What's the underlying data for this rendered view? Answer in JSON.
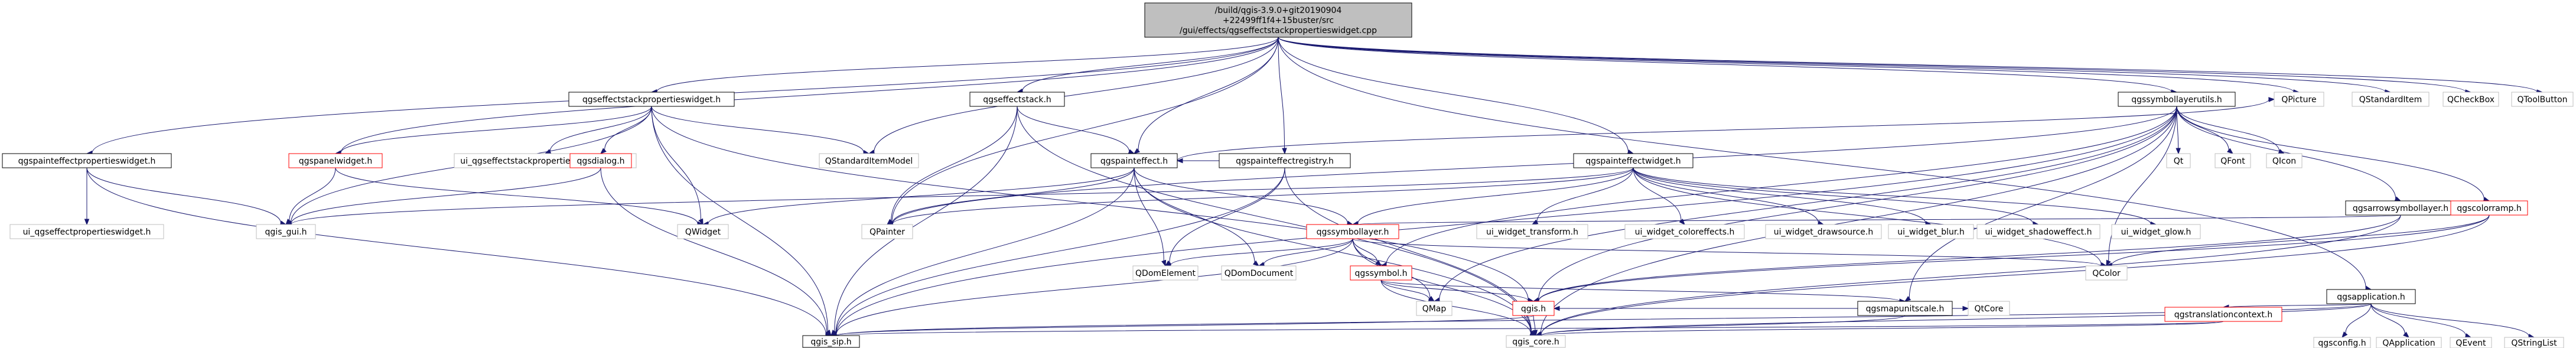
{
  "nodes": [
    {
      "id": "root",
      "lines": [
        "/build/qgis-3.9.0+git20190904",
        "+22499ff1f4+15buster/src",
        "/gui/effects/qgseffectstackpropertieswidget.cpp"
      ],
      "style": "root"
    },
    {
      "id": "qgseffectstackpropertieswidget_h",
      "lines": [
        "qgseffectstackpropertieswidget.h"
      ],
      "style": "proj"
    },
    {
      "id": "qgseffectstack_h",
      "lines": [
        "qgseffectstack.h"
      ],
      "style": "proj"
    },
    {
      "id": "qgspainteffectregistry_h",
      "lines": [
        "qgspainteffectregistry.h"
      ],
      "style": "proj"
    },
    {
      "id": "qgspainteffectwidget_h",
      "lines": [
        "qgspainteffectwidget.h"
      ],
      "style": "proj"
    },
    {
      "id": "qgssymbollayerutils_h",
      "lines": [
        "qgssymbollayerutils.h"
      ],
      "style": "proj"
    },
    {
      "id": "qgspainteffectpropertieswidget_h",
      "lines": [
        "qgspainteffectpropertieswidget.h"
      ],
      "style": "proj"
    },
    {
      "id": "qgspanelwidget_h",
      "lines": [
        "qgspanelwidget.h"
      ],
      "style": "red"
    },
    {
      "id": "ui_qgseffectstackpropertieswidgetbase_h",
      "lines": [
        "ui_qgseffectstackpropertieswidgetbase.h"
      ],
      "style": "plain"
    },
    {
      "id": "qgsdialog_h",
      "lines": [
        "qgsdialog.h"
      ],
      "style": "red"
    },
    {
      "id": "QStandardItemModel",
      "lines": [
        "QStandardItemModel"
      ],
      "style": "plain"
    },
    {
      "id": "qgspainteffect_h",
      "lines": [
        "qgspainteffect.h"
      ],
      "style": "proj"
    },
    {
      "id": "QPicture",
      "lines": [
        "QPicture"
      ],
      "style": "plain"
    },
    {
      "id": "QStandardItem",
      "lines": [
        "QStandardItem"
      ],
      "style": "plain"
    },
    {
      "id": "QCheckBox",
      "lines": [
        "QCheckBox"
      ],
      "style": "plain"
    },
    {
      "id": "QToolButton",
      "lines": [
        "QToolButton"
      ],
      "style": "plain"
    },
    {
      "id": "ui_qgseffectpropertieswidget_h",
      "lines": [
        "ui_qgseffectpropertieswidget.h"
      ],
      "style": "plain"
    },
    {
      "id": "qgis_gui_h",
      "lines": [
        "qgis_gui.h"
      ],
      "style": "plain"
    },
    {
      "id": "QWidget",
      "lines": [
        "QWidget"
      ],
      "style": "plain"
    },
    {
      "id": "QPainter",
      "lines": [
        "QPainter"
      ],
      "style": "plain"
    },
    {
      "id": "qgssymbollayer_h",
      "lines": [
        "qgssymbollayer.h"
      ],
      "style": "red"
    },
    {
      "id": "ui_widget_transform_h",
      "lines": [
        "ui_widget_transform.h"
      ],
      "style": "plain"
    },
    {
      "id": "ui_widget_coloreffects_h",
      "lines": [
        "ui_widget_coloreffects.h"
      ],
      "style": "plain"
    },
    {
      "id": "ui_widget_drawsource_h",
      "lines": [
        "ui_widget_drawsource.h"
      ],
      "style": "plain"
    },
    {
      "id": "ui_widget_blur_h",
      "lines": [
        "ui_widget_blur.h"
      ],
      "style": "plain"
    },
    {
      "id": "ui_widget_shadoweffect_h",
      "lines": [
        "ui_widget_shadoweffect.h"
      ],
      "style": "plain"
    },
    {
      "id": "ui_widget_glow_h",
      "lines": [
        "ui_widget_glow.h"
      ],
      "style": "plain"
    },
    {
      "id": "Qt",
      "lines": [
        "Qt"
      ],
      "style": "plain"
    },
    {
      "id": "QFont",
      "lines": [
        "QFont"
      ],
      "style": "plain"
    },
    {
      "id": "QIcon",
      "lines": [
        "QIcon"
      ],
      "style": "plain"
    },
    {
      "id": "qgsarrowsymbollayer_h",
      "lines": [
        "qgsarrowsymbollayer.h"
      ],
      "style": "proj"
    },
    {
      "id": "qgscolorramp_h",
      "lines": [
        "qgscolorramp.h"
      ],
      "style": "red"
    },
    {
      "id": "qgsapplication_h",
      "lines": [
        "qgsapplication.h"
      ],
      "style": "proj"
    },
    {
      "id": "QDomElement",
      "lines": [
        "QDomElement"
      ],
      "style": "plain"
    },
    {
      "id": "QDomDocument",
      "lines": [
        "QDomDocument"
      ],
      "style": "plain"
    },
    {
      "id": "qgssymbol_h",
      "lines": [
        "qgssymbol.h"
      ],
      "style": "red"
    },
    {
      "id": "QColor",
      "lines": [
        "QColor"
      ],
      "style": "plain"
    },
    {
      "id": "QMap",
      "lines": [
        "QMap"
      ],
      "style": "plain"
    },
    {
      "id": "qgsmapunitscale_h",
      "lines": [
        "qgsmapunitscale.h"
      ],
      "style": "proj"
    },
    {
      "id": "qgis_h",
      "lines": [
        "qgis.h"
      ],
      "style": "red"
    },
    {
      "id": "QtCore",
      "lines": [
        "QtCore"
      ],
      "style": "plain"
    },
    {
      "id": "qgstranslationcontext_h",
      "lines": [
        "qgstranslationcontext.h"
      ],
      "style": "red"
    },
    {
      "id": "qgsconfig_h",
      "lines": [
        "qgsconfig.h"
      ],
      "style": "plain"
    },
    {
      "id": "QApplication",
      "lines": [
        "QApplication"
      ],
      "style": "plain"
    },
    {
      "id": "QEvent",
      "lines": [
        "QEvent"
      ],
      "style": "plain"
    },
    {
      "id": "QStringList",
      "lines": [
        "QStringList"
      ],
      "style": "plain"
    },
    {
      "id": "qgis_sip_h",
      "lines": [
        "qgis_sip.h"
      ],
      "style": "proj"
    },
    {
      "id": "qgis_core_h",
      "lines": [
        "qgis_core.h"
      ],
      "style": "plain"
    }
  ],
  "edges": [
    [
      "root",
      "qgseffectstackpropertieswidget_h"
    ],
    [
      "root",
      "qgseffectstack_h"
    ],
    [
      "root",
      "qgspainteffectregistry_h"
    ],
    [
      "root",
      "qgspainteffectwidget_h"
    ],
    [
      "root",
      "qgssymbollayerutils_h"
    ],
    [
      "root",
      "qgspainteffect_h"
    ],
    [
      "root",
      "QStandardItemModel"
    ],
    [
      "root",
      "QPicture"
    ],
    [
      "root",
      "QStandardItem"
    ],
    [
      "root",
      "QCheckBox"
    ],
    [
      "root",
      "QToolButton"
    ],
    [
      "root",
      "qgspainteffectpropertieswidget_h"
    ],
    [
      "root",
      "qgsapplication_h"
    ],
    [
      "root",
      "qgspanelwidget_h"
    ],
    [
      "root",
      "QPainter"
    ],
    [
      "qgseffectstackpropertieswidget_h",
      "qgspanelwidget_h"
    ],
    [
      "qgseffectstackpropertieswidget_h",
      "ui_qgseffectstackpropertieswidgetbase_h"
    ],
    [
      "qgseffectstackpropertieswidget_h",
      "qgsdialog_h"
    ],
    [
      "qgseffectstackpropertieswidget_h",
      "QStandardItemModel"
    ],
    [
      "qgseffectstackpropertieswidget_h",
      "qgis_gui_h"
    ],
    [
      "qgseffectstackpropertieswidget_h",
      "QWidget"
    ],
    [
      "qgseffectstackpropertieswidget_h",
      "qgis_sip_h"
    ],
    [
      "qgseffectstackpropertieswidget_h",
      "qgis_h"
    ],
    [
      "qgseffectstack_h",
      "qgspainteffect_h"
    ],
    [
      "qgseffectstack_h",
      "QPainter"
    ],
    [
      "qgseffectstack_h",
      "qgis_core_h"
    ],
    [
      "qgseffectstack_h",
      "qgis_sip_h"
    ],
    [
      "qgspainteffectregistry_h",
      "qgspainteffect_h"
    ],
    [
      "qgspainteffectregistry_h",
      "QDomElement"
    ],
    [
      "qgspainteffectregistry_h",
      "qgis_core_h"
    ],
    [
      "qgspainteffectregistry_h",
      "qgis_sip_h"
    ],
    [
      "qgspainteffectwidget_h",
      "ui_widget_transform_h"
    ],
    [
      "qgspainteffectwidget_h",
      "ui_widget_coloreffects_h"
    ],
    [
      "qgspainteffectwidget_h",
      "ui_widget_drawsource_h"
    ],
    [
      "qgspainteffectwidget_h",
      "ui_widget_blur_h"
    ],
    [
      "qgspainteffectwidget_h",
      "ui_widget_shadoweffect_h"
    ],
    [
      "qgspainteffectwidget_h",
      "ui_widget_glow_h"
    ],
    [
      "qgspainteffectwidget_h",
      "qgssymbollayer_h"
    ],
    [
      "qgspainteffectwidget_h",
      "qgis_gui_h"
    ],
    [
      "qgspainteffectwidget_h",
      "QPainter"
    ],
    [
      "qgspainteffectwidget_h",
      "QColor"
    ],
    [
      "qgssymbollayerutils_h",
      "Qt"
    ],
    [
      "qgssymbollayerutils_h",
      "QFont"
    ],
    [
      "qgssymbollayerutils_h",
      "QIcon"
    ],
    [
      "qgssymbollayerutils_h",
      "qgsarrowsymbollayer_h"
    ],
    [
      "qgssymbollayerutils_h",
      "qgscolorramp_h"
    ],
    [
      "qgssymbollayerutils_h",
      "qgssymbol_h"
    ],
    [
      "qgssymbollayerutils_h",
      "QMap"
    ],
    [
      "qgssymbollayerutils_h",
      "qgsmapunitscale_h"
    ],
    [
      "qgssymbollayerutils_h",
      "qgis_core_h"
    ],
    [
      "qgssymbollayerutils_h",
      "qgis_sip_h"
    ],
    [
      "qgssymbollayerutils_h",
      "QColor"
    ],
    [
      "qgssymbollayerutils_h",
      "QPainter"
    ],
    [
      "qgssymbollayerutils_h",
      "qgis_h"
    ],
    [
      "qgspainteffectpropertieswidget_h",
      "ui_qgseffectpropertieswidget_h"
    ],
    [
      "qgspainteffectpropertieswidget_h",
      "qgis_gui_h"
    ],
    [
      "qgspainteffectpropertieswidget_h",
      "qgis_sip_h"
    ],
    [
      "qgspanelwidget_h",
      "qgis_gui_h"
    ],
    [
      "qgspanelwidget_h",
      "QWidget"
    ],
    [
      "qgsdialog_h",
      "qgis_gui_h"
    ],
    [
      "qgsdialog_h",
      "qgis_sip_h"
    ],
    [
      "qgspainteffect_h",
      "QPainter"
    ],
    [
      "qgspainteffect_h",
      "QDomElement"
    ],
    [
      "qgspainteffect_h",
      "QDomDocument"
    ],
    [
      "qgspainteffect_h",
      "qgssymbollayer_h"
    ],
    [
      "qgspainteffect_h",
      "QWidget"
    ],
    [
      "qgspainteffect_h",
      "qgis_core_h"
    ],
    [
      "qgspainteffect_h",
      "qgis_sip_h"
    ],
    [
      "qgspainteffect_h",
      "QPicture"
    ],
    [
      "qgssymbollayer_h",
      "QDomElement"
    ],
    [
      "qgssymbollayer_h",
      "QDomDocument"
    ],
    [
      "qgssymbollayer_h",
      "qgssymbol_h"
    ],
    [
      "qgssymbollayer_h",
      "QColor"
    ],
    [
      "qgssymbollayer_h",
      "QMap"
    ],
    [
      "qgssymbollayer_h",
      "qgis_core_h"
    ],
    [
      "qgssymbollayer_h",
      "qgis_sip_h"
    ],
    [
      "qgsarrowsymbollayer_h",
      "qgssymbollayer_h"
    ],
    [
      "qgsarrowsymbollayer_h",
      "qgis_h"
    ],
    [
      "qgsarrowsymbollayer_h",
      "qgis_core_h"
    ],
    [
      "qgscolorramp_h",
      "QColor"
    ],
    [
      "qgscolorramp_h",
      "qgis_core_h"
    ],
    [
      "qgscolorramp_h",
      "qgis_h"
    ],
    [
      "qgssymbol_h",
      "QMap"
    ],
    [
      "qgssymbol_h",
      "qgsmapunitscale_h"
    ],
    [
      "qgssymbol_h",
      "qgis_h"
    ],
    [
      "qgssymbol_h",
      "qgis_core_h"
    ],
    [
      "qgsmapunitscale_h",
      "qgis_h"
    ],
    [
      "qgsmapunitscale_h",
      "QtCore"
    ],
    [
      "qgsmapunitscale_h",
      "qgis_core_h"
    ],
    [
      "qgis_h",
      "qgis_sip_h"
    ],
    [
      "qgis_h",
      "qgis_core_h"
    ],
    [
      "qgsapplication_h",
      "qgstranslationcontext_h"
    ],
    [
      "qgsapplication_h",
      "qgsconfig_h"
    ],
    [
      "qgsapplication_h",
      "QApplication"
    ],
    [
      "qgsapplication_h",
      "QEvent"
    ],
    [
      "qgsapplication_h",
      "QStringList"
    ],
    [
      "qgsapplication_h",
      "qgis_core_h"
    ],
    [
      "qgsapplication_h",
      "qgis_sip_h"
    ],
    [
      "qgstranslationcontext_h",
      "qgis_core_h"
    ],
    [
      "qgstranslationcontext_h",
      "qgis_sip_h"
    ]
  ]
}
